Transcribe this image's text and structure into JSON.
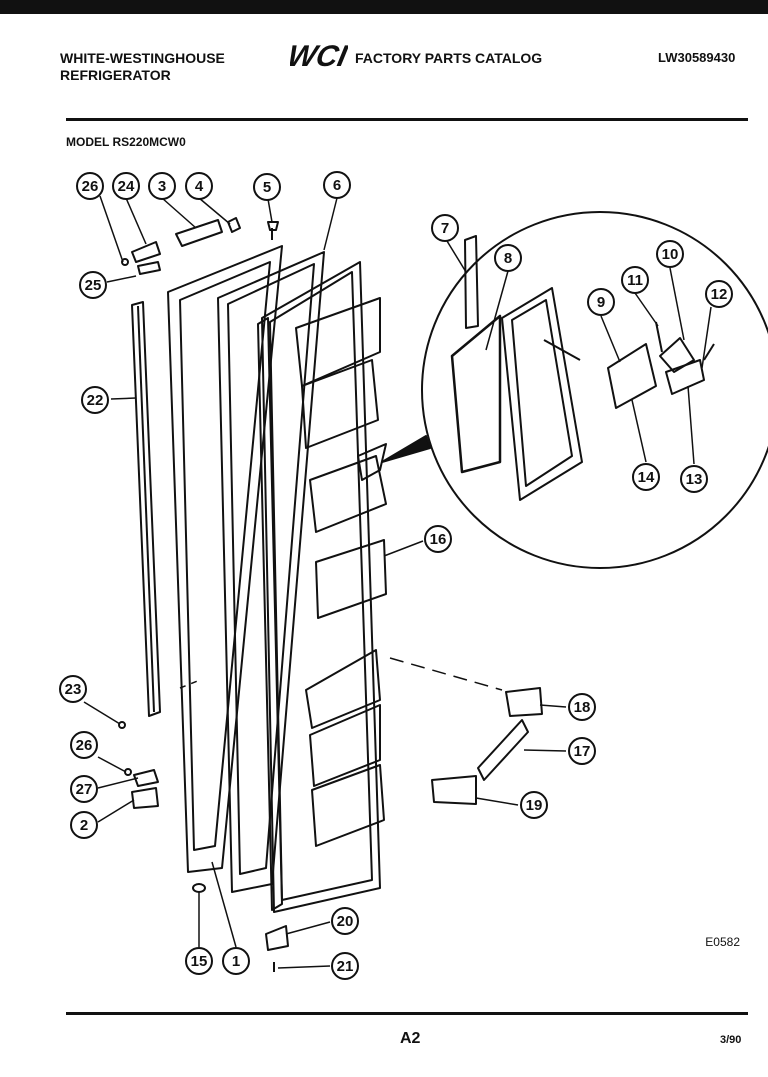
{
  "header": {
    "brand_line1": "WHITE-WESTINGHOUSE",
    "brand_line2": "REFRIGERATOR",
    "logo": "WCI",
    "catalog_title": "FACTORY PARTS CATALOG",
    "catalog_number": "LW30589430"
  },
  "model": "MODEL RS220MCW0",
  "diagram": {
    "callouts": [
      "26",
      "24",
      "3",
      "4",
      "5",
      "6",
      "25",
      "22",
      "7",
      "8",
      "9",
      "10",
      "11",
      "12",
      "14",
      "13",
      "16",
      "18",
      "17",
      "19",
      "23",
      "26",
      "27",
      "2",
      "15",
      "1",
      "20",
      "21"
    ],
    "code": "E0582"
  },
  "footer": {
    "page": "A2",
    "date": "3/90"
  },
  "colors": {
    "ink": "#111111",
    "paper": "#ffffff"
  }
}
